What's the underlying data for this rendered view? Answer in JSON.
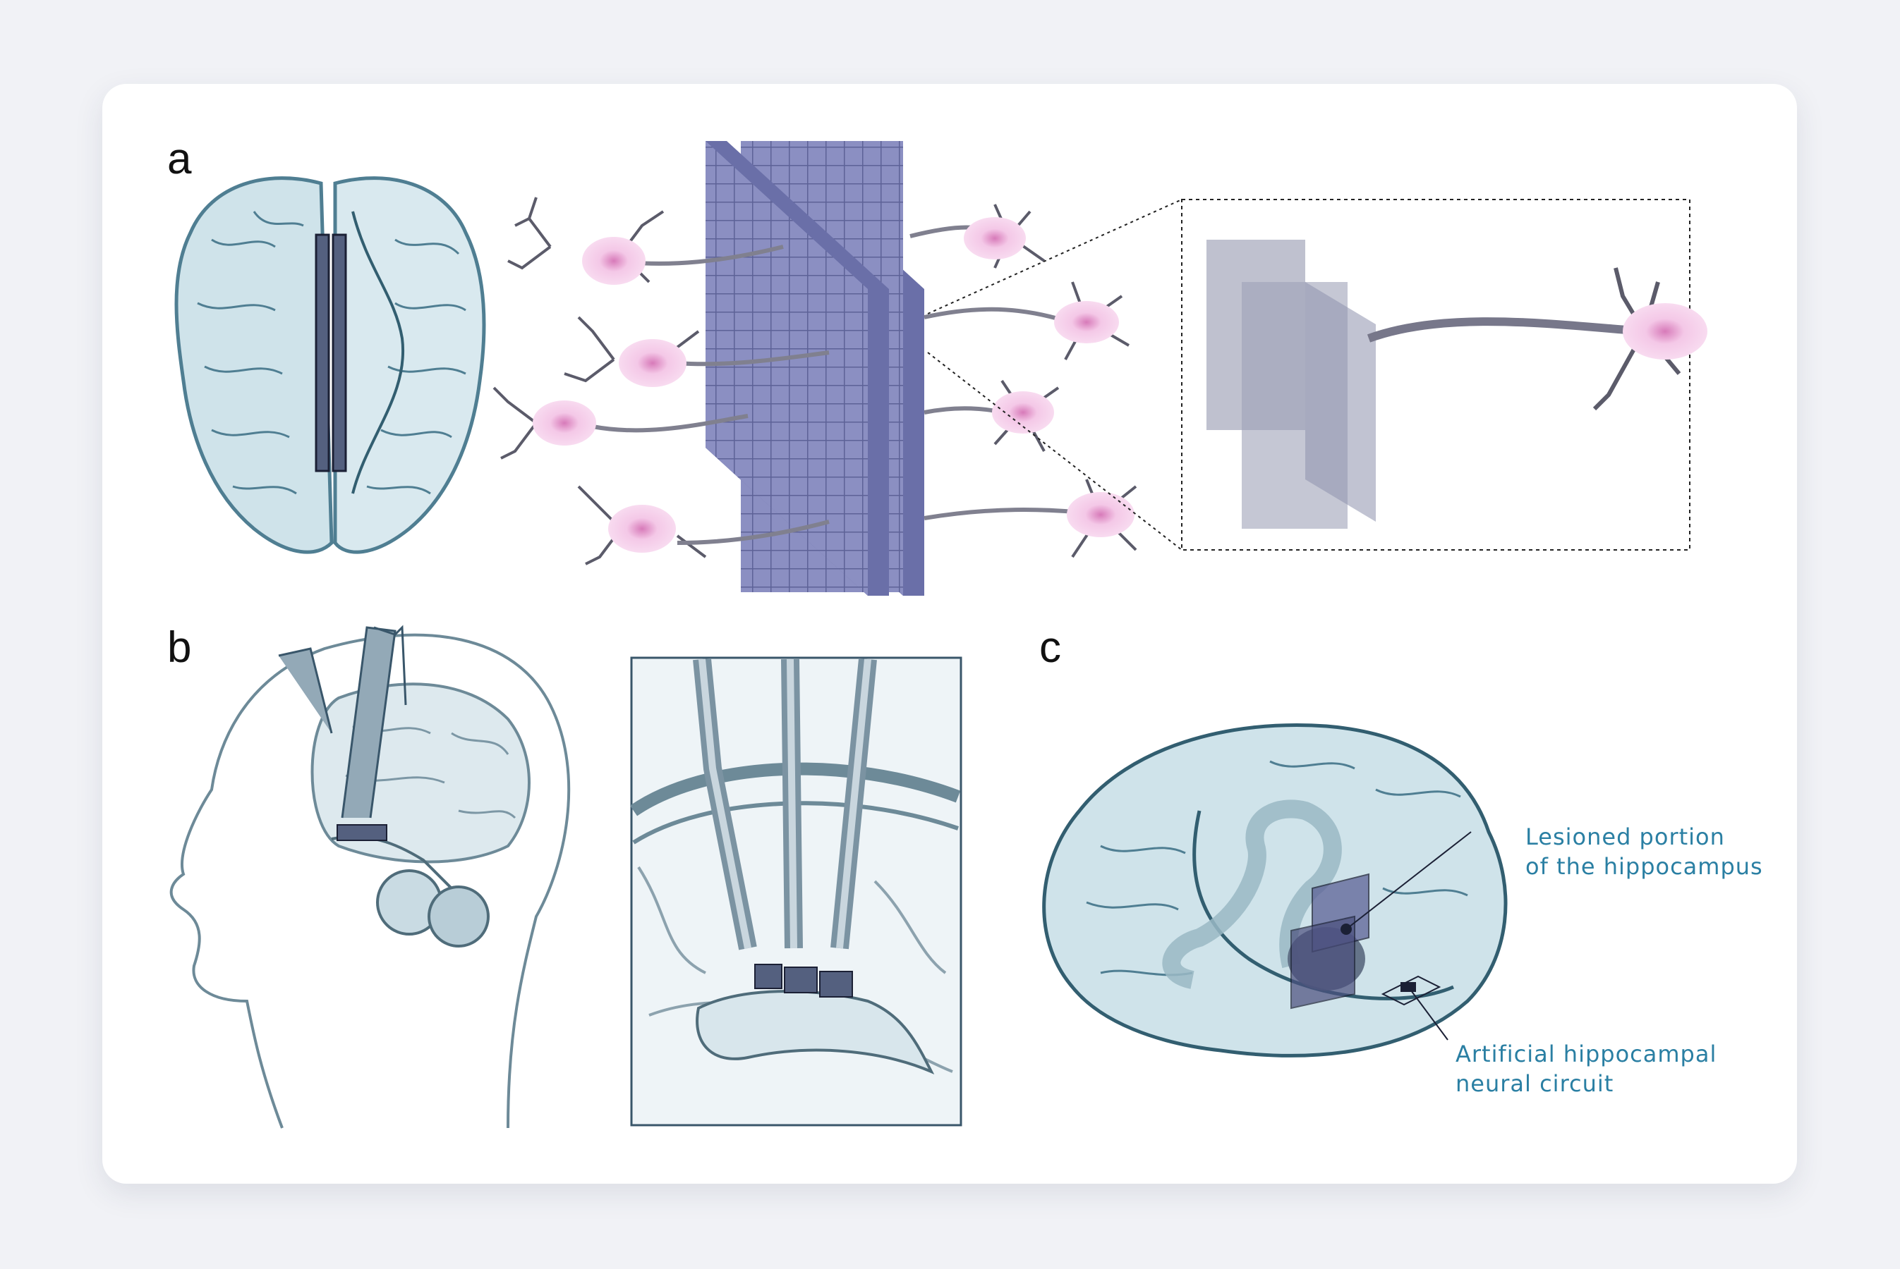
{
  "figure": {
    "panels": [
      {
        "letter": "a"
      },
      {
        "letter": "b"
      },
      {
        "letter": "c"
      }
    ],
    "callouts": {
      "lesioned": "Lesioned portion\nof the hippocampus",
      "artificial": "Artificial hippocampal\nneural circuit"
    }
  },
  "colors": {
    "page_bg": "#f1f2f6",
    "brain_fill": "#cfe3ea",
    "brain_line": "#4f7e92",
    "neuron_body": "#f2c7e6",
    "array_fill": "#8b8fc2",
    "implant": "#54607f",
    "callout_text": "#2a7fa3"
  }
}
